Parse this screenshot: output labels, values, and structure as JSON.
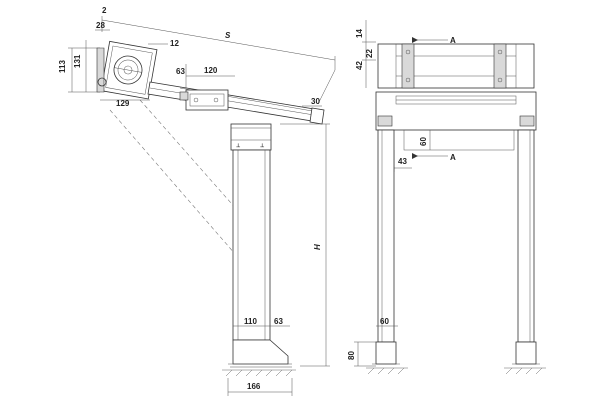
{
  "side_view": {
    "dim_2": "2",
    "dim_28": "28",
    "dim_S": "S",
    "dim_12": "12",
    "dim_113": "113",
    "dim_131": "131",
    "dim_63_top": "63",
    "dim_120": "120",
    "dim_129": "129",
    "dim_30": "30",
    "dim_H": "H",
    "dim_110": "110",
    "dim_63_base": "63",
    "dim_166": "166"
  },
  "front_view": {
    "dim_14": "14",
    "dim_42": "42",
    "dim_22": "22",
    "section_A_top": "A",
    "section_A_bottom": "A",
    "dim_60_mid": "60",
    "dim_43": "43",
    "dim_60_foot": "60",
    "dim_80": "80"
  }
}
